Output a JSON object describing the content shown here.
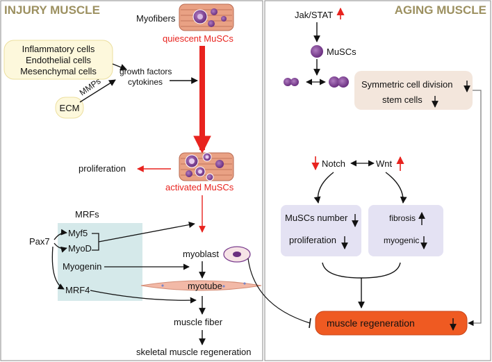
{
  "left_panel": {
    "title": "INJURY MUSCLE",
    "myofibers": "Myofibers",
    "quiescent": "quiescent MuSCs",
    "source_cells": [
      "Inflammatory cells",
      "Endothelial cells",
      "Mesenchymal cells"
    ],
    "growth_factors": "growth factors",
    "cytokines": "cytokines",
    "mmps": "MMPs",
    "ecm": "ECM",
    "proliferation": "proliferation",
    "activated": "activated MuSCs",
    "mrfs": "MRFs",
    "pax7": "Pax7",
    "myf5": "Myf5",
    "myod": "MyoD",
    "myogenin": "Myogenin",
    "mrf4": "MRF4",
    "myoblast": "myoblast",
    "myotube": "myotube",
    "muscle_fiber": "muscle fiber",
    "skeletal": "skeletal muscle regeneration"
  },
  "right_panel": {
    "title": "AGING MUSCLE",
    "jakstat": "Jak/STAT",
    "muscs": "MuSCs",
    "symmetric": "Symmetric cell division",
    "stem_cells": "stem cells",
    "notch": "Notch",
    "wnt": "Wnt",
    "muscs_number": "MuSCs number",
    "proliferation": "proliferation",
    "fibrosis": "fibrosis",
    "myogenic": "myogenic",
    "regeneration": "muscle regeneration"
  },
  "colors": {
    "title": "#9c9060",
    "red": "#e8231e",
    "beige_box": "#fdf8dc",
    "teal_box": "#d5e9ea",
    "lavender_box": "#e4e2f3",
    "peach_box": "#f3e6dc",
    "orange_box": "#ef5a22",
    "cell_purple": "#7a3d8e"
  }
}
